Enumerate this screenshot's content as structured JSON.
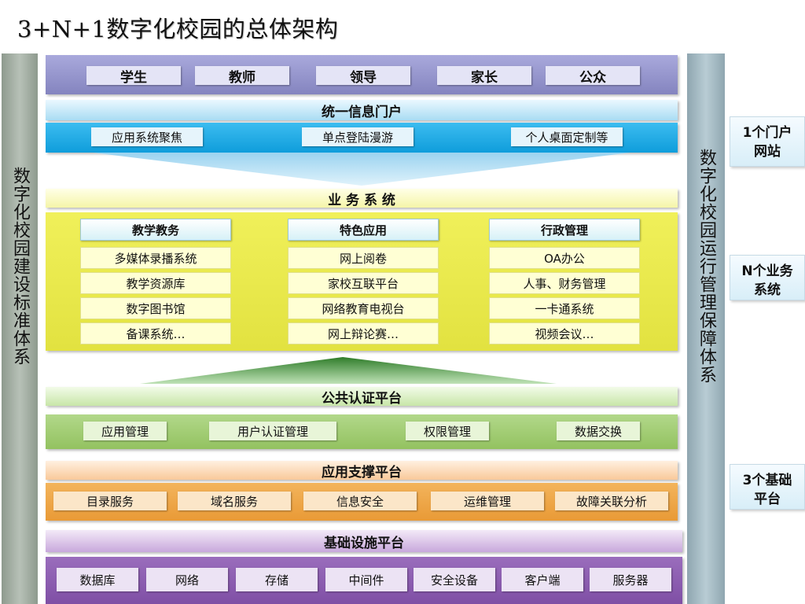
{
  "title": "3+N+1数字化校园的总体架构",
  "left_column": "数字化校园建设标准体系",
  "right_column": "数字化校园运行管理保障体系",
  "side_labels": [
    "1个门户网站",
    "N个业务系统",
    "3个基础平台"
  ],
  "users": [
    "学生",
    "教师",
    "领导",
    "家长",
    "公众"
  ],
  "portal": {
    "title": "统一信息门户",
    "items": [
      "应用系统聚焦",
      "单点登陆漫游",
      "个人桌面定制等"
    ]
  },
  "business": {
    "title": "业 务 系 统",
    "columns": [
      {
        "header": "教学教务",
        "items": [
          "多媒体录播系统",
          "教学资源库",
          "数字图书馆",
          "备课系统…"
        ]
      },
      {
        "header": "特色应用",
        "items": [
          "网上阅卷",
          "家校互联平台",
          "网络教育电视台",
          "网上辩论赛…"
        ]
      },
      {
        "header": "行政管理",
        "items": [
          "OA办公",
          "人事、财务管理",
          "一卡通系统",
          "视频会议…"
        ]
      }
    ]
  },
  "auth": {
    "title": "公共认证平台",
    "items": [
      "应用管理",
      "用户认证管理",
      "权限管理",
      "数据交换"
    ]
  },
  "support": {
    "title": "应用支撑平台",
    "items": [
      "目录服务",
      "域名服务",
      "信息安全",
      "运维管理",
      "故障关联分析"
    ]
  },
  "infra": {
    "title": "基础设施平台",
    "items": [
      "数据库",
      "网络",
      "存储",
      "中间件",
      "安全设备",
      "客户端",
      "服务器"
    ]
  },
  "colors": {
    "users_band": "#8f8fc8",
    "portal_band": "#14a9e6",
    "business_band": "#e8e849",
    "auth_band": "#a3cd74",
    "support_band": "#f0a94a",
    "infra_band": "#8f5fb0",
    "side_column": "#9aa69a"
  }
}
